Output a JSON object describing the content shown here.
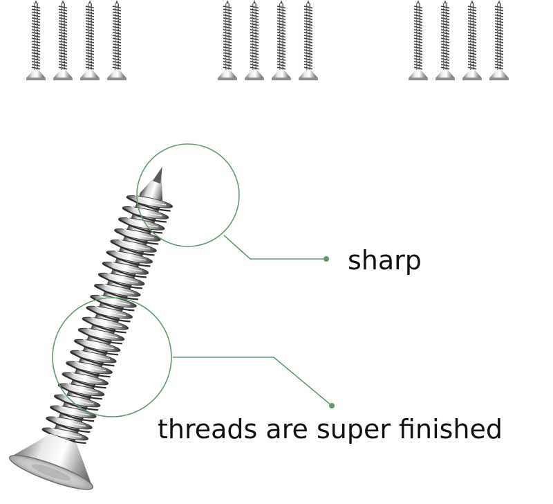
{
  "callouts": {
    "sharp": "sharp",
    "threads": "threads are super finished"
  },
  "colors": {
    "callout_line": "#5e9a6e",
    "background": "#ffffff",
    "metal_light": "#f2f2f2",
    "metal_mid": "#b8b8b8",
    "metal_dark": "#4a4a4a"
  },
  "thumbnails": {
    "group_count": 3,
    "screws_per_group": 4
  },
  "icons": {
    "screw": "countersunk-screw-icon",
    "callout_dot": "dot-icon"
  }
}
